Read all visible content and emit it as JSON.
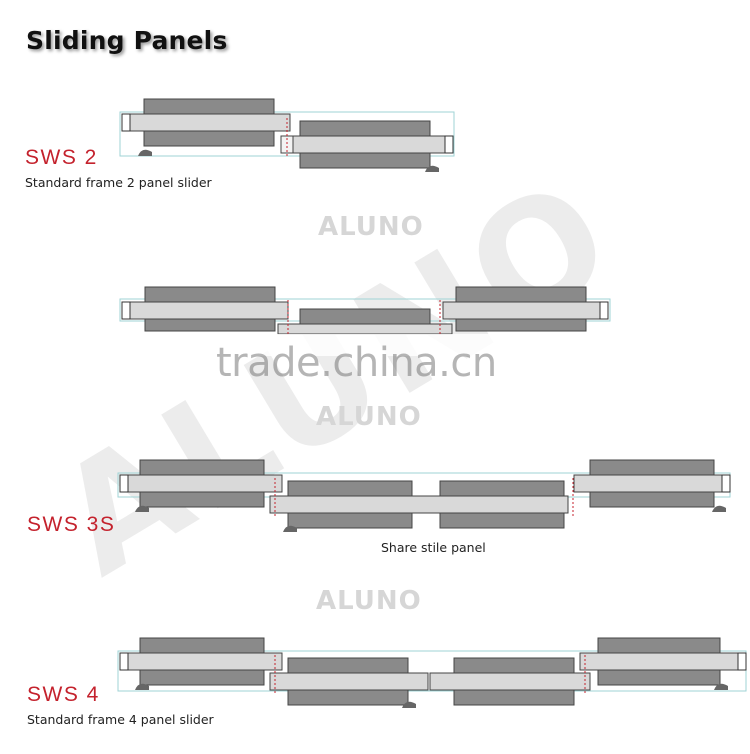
{
  "header": {
    "title": "Sliding Panels"
  },
  "watermarks": {
    "brand": "ALUNO",
    "site": "trade.china.cn"
  },
  "sections": [
    {
      "code": "SWS  2",
      "description": "Standard frame 2 panel slider"
    },
    {
      "code": "",
      "description": ""
    },
    {
      "code": "SWS  3S",
      "description": "Share stile panel"
    },
    {
      "code": "SWS  4",
      "description": "Standard frame 4 panel slider"
    }
  ]
}
